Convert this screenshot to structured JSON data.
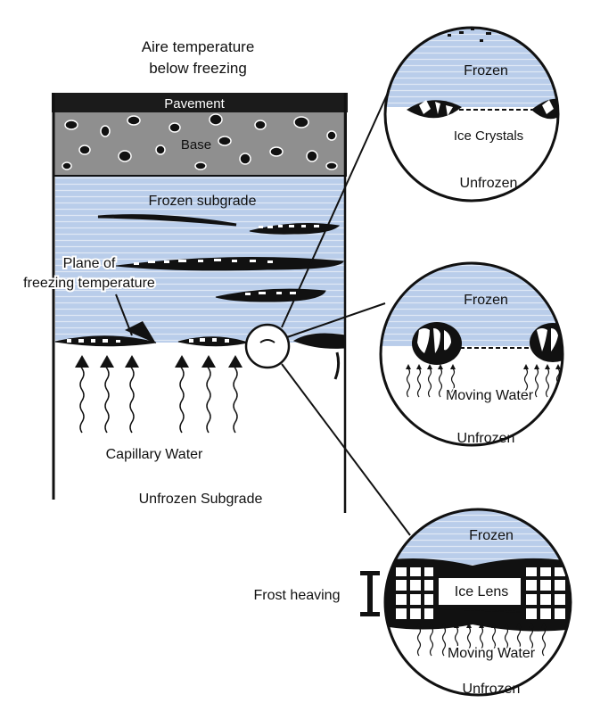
{
  "colors": {
    "frozen": "#b9cdea",
    "frozen_line": "#8ea9d6",
    "base": "#8f8f8f",
    "pavement": "#1b1b1b",
    "ink": "#111111"
  },
  "labels": {
    "air_temp_line1": "Aire temperature",
    "air_temp_line2": "below freezing",
    "pavement": "Pavement",
    "base": "Base",
    "frozen_subgrade": "Frozen subgrade",
    "plane_line1": "Plane of",
    "plane_line2": "freezing temperature",
    "capillary_water": "Capillary Water",
    "unfrozen_subgrade": "Unfrozen Subgrade",
    "frost_heaving": "Frost heaving"
  },
  "detail_top": {
    "frozen": "Frozen",
    "ice_crystals": "Ice Crystals",
    "unfrozen": "Unfrozen"
  },
  "detail_middle": {
    "frozen": "Frozen",
    "moving_water": "Moving Water",
    "unfrozen": "Unfrozen"
  },
  "detail_bottom": {
    "frozen": "Frozen",
    "ice_lens": "Ice Lens",
    "moving_water": "Moving Water",
    "unfrozen": "Unfrozen"
  }
}
